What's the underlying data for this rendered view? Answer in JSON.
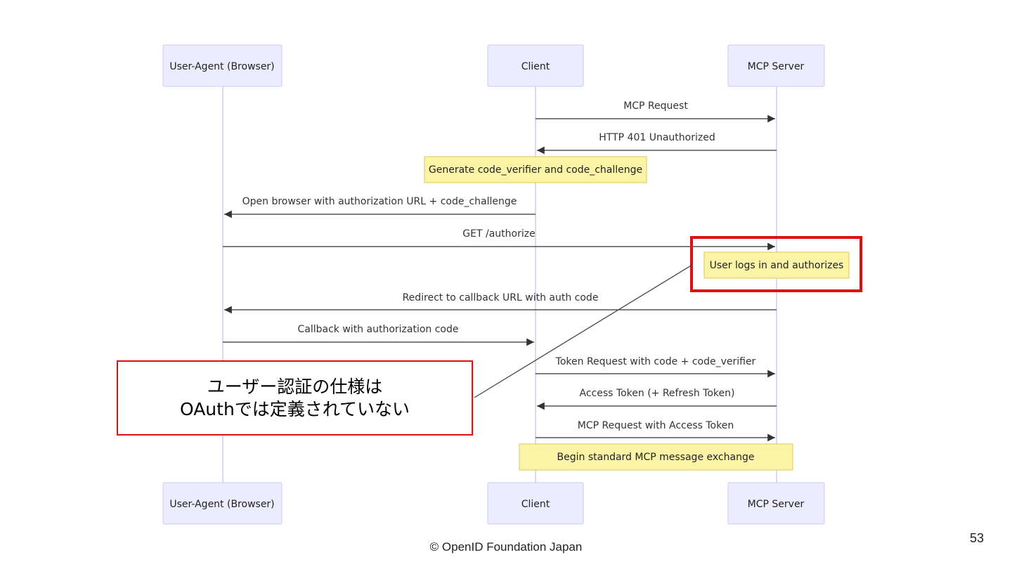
{
  "participants": {
    "browser": "User-Agent (Browser)",
    "client": "Client",
    "server": "MCP Server"
  },
  "messages": [
    {
      "from": "client",
      "to": "server",
      "label": "MCP Request"
    },
    {
      "from": "server",
      "to": "client",
      "label": "HTTP 401 Unauthorized"
    },
    {
      "from": "client",
      "to": "browser",
      "label": "Open browser with authorization URL + code_challenge"
    },
    {
      "from": "browser",
      "to": "server",
      "label": "GET /authorize"
    },
    {
      "from": "server",
      "to": "browser",
      "label": "Redirect to callback URL with auth code"
    },
    {
      "from": "browser",
      "to": "client",
      "label": "Callback with authorization code"
    },
    {
      "from": "client",
      "to": "server",
      "label": "Token Request with code + code_verifier"
    },
    {
      "from": "server",
      "to": "client",
      "label": "Access Token (+ Refresh Token)"
    },
    {
      "from": "client",
      "to": "server",
      "label": "MCP Request with Access Token"
    }
  ],
  "notes": [
    {
      "label": "Generate code_verifier and code_challenge"
    },
    {
      "label": "User logs in and authorizes"
    },
    {
      "label": "Begin standard MCP message exchange"
    }
  ],
  "callout": {
    "line1": "ユーザー認証の仕様は",
    "line2": "OAuthでは定義されていない"
  },
  "footer": "© OpenID Foundation Japan",
  "page_number": "53",
  "colors": {
    "actor_fill": "#ececfe",
    "note_fill": "#fbf4a6",
    "highlight": "#e01010"
  }
}
